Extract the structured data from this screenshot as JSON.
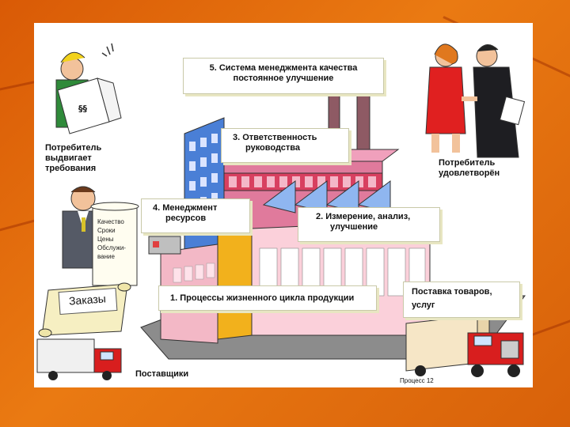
{
  "callouts": {
    "qms": {
      "line1": "5. Система менеджмента качества",
      "line2": "постоянное улучшение"
    },
    "management": {
      "line1": "3. Ответственность",
      "line2": "руководства"
    },
    "resources": {
      "line1": "4. Менеджмент",
      "line2": "ресурсов"
    },
    "measurement": {
      "line1": "2. Измерение, анализ,",
      "line2": "улучшение"
    },
    "processes": {
      "line1": "1. Процессы жизненного цикла продукции"
    },
    "delivery": {
      "line1": "Поставка товаров,",
      "line2": "услуг"
    }
  },
  "labels": {
    "consumer_demands": {
      "line1": "Потребитель",
      "line2": "выдвигает",
      "line3": "требования"
    },
    "consumer_satisfied": {
      "line1": "Потребитель",
      "line2": "удовлетворён"
    },
    "suppliers": "Поставщики",
    "orders": "Заказы",
    "process_caption": "Процесс 12",
    "doc_symbol": "§§"
  },
  "requirements_list": [
    "Качество",
    "Сроки",
    "Цены",
    "Обслужи-",
    "вание"
  ],
  "colors": {
    "background": "#e06a0a",
    "slide": "#ffffff",
    "callout_shadow": "#e8e6c2"
  }
}
